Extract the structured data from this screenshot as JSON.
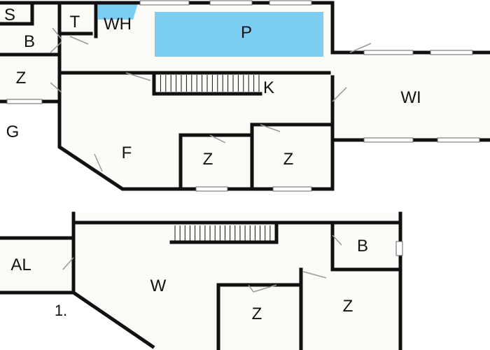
{
  "colors": {
    "wall": "#111111",
    "floor": "#fbfcf7",
    "pool": "#7ccdf2",
    "window": "#ffffff",
    "door": "#999999"
  },
  "upper_floor": {
    "rooms": {
      "sauna": "S",
      "bath_top": "B",
      "toilet": "T",
      "pool_hall": "WH",
      "pool": "P",
      "room_left": "Z",
      "garage": "G",
      "kitchen": "K",
      "winter_garden": "WI",
      "hallway": "F",
      "room_mid": "Z",
      "room_right": "Z"
    }
  },
  "lower_floor": {
    "level": "1.",
    "rooms": {
      "attic": "AL",
      "living": "W",
      "bath": "B",
      "room_left": "Z",
      "room_right": "Z"
    }
  }
}
